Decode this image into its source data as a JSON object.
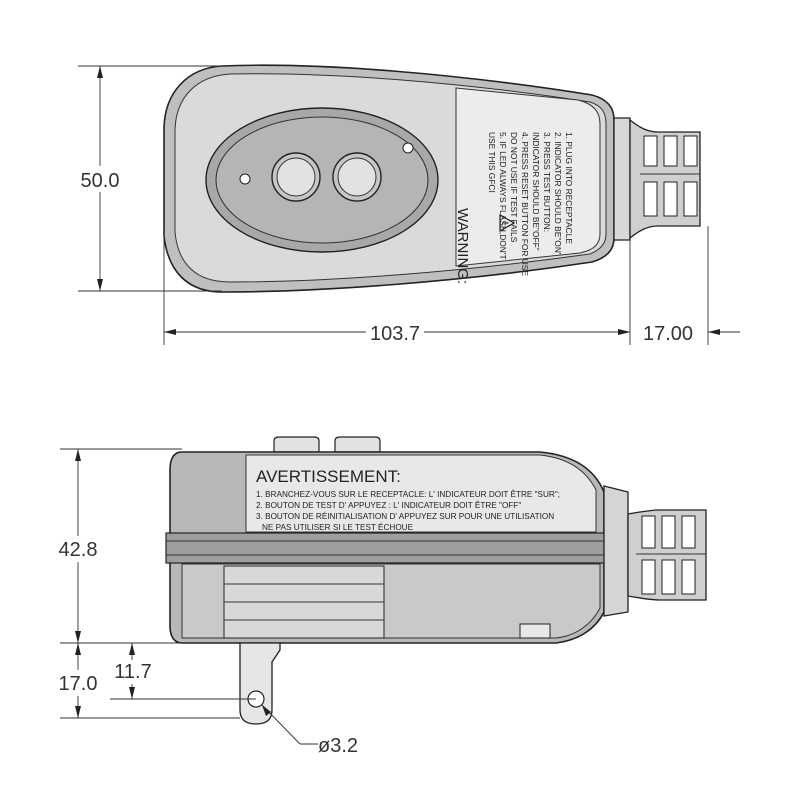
{
  "dimensions": {
    "height_top": "50.0",
    "length": "103.7",
    "cord_length": "17.00",
    "height_side": "42.8",
    "plug_total": "17.0",
    "plug_hole_offset": "11.7",
    "hole_diameter": "ø3.2"
  },
  "warning_label": {
    "title": "WARNING:",
    "lines": [
      "1. PLUG INTO RECEPTACLE",
      "2. INDICATOR SHOULD BE\"ON\"",
      "3. PRESS TEST BUTTON:",
      "   INDICATOR SHOULD BE\"OFF\"",
      "4. PRESS RESET BUTTON FOR USE",
      "   DO NOT USE IF TEST FAILS",
      "5. IF LED ALWAYS FLASH,DON'T",
      "   USE THIS GFCI"
    ]
  },
  "avertissement_label": {
    "title": "AVERTISSEMENT:",
    "lines": [
      "1. BRANCHEZ-VOUS SUR LE RECEPTACLE: L'  INDICATEUR DOIT ÊTRE \"SUR\";",
      "2. BOUTON DE TEST D'  APPUYEZ : L'  INDICATEUR DOIT ÊTRE \"OFF\"",
      "3. BOUTON DE RÉINITIALISATION D'  APPUYEZ SUR POUR UNE UTILISATION",
      "   NE PAS UTILISER SI LE TEST ÉCHOUE"
    ]
  }
}
